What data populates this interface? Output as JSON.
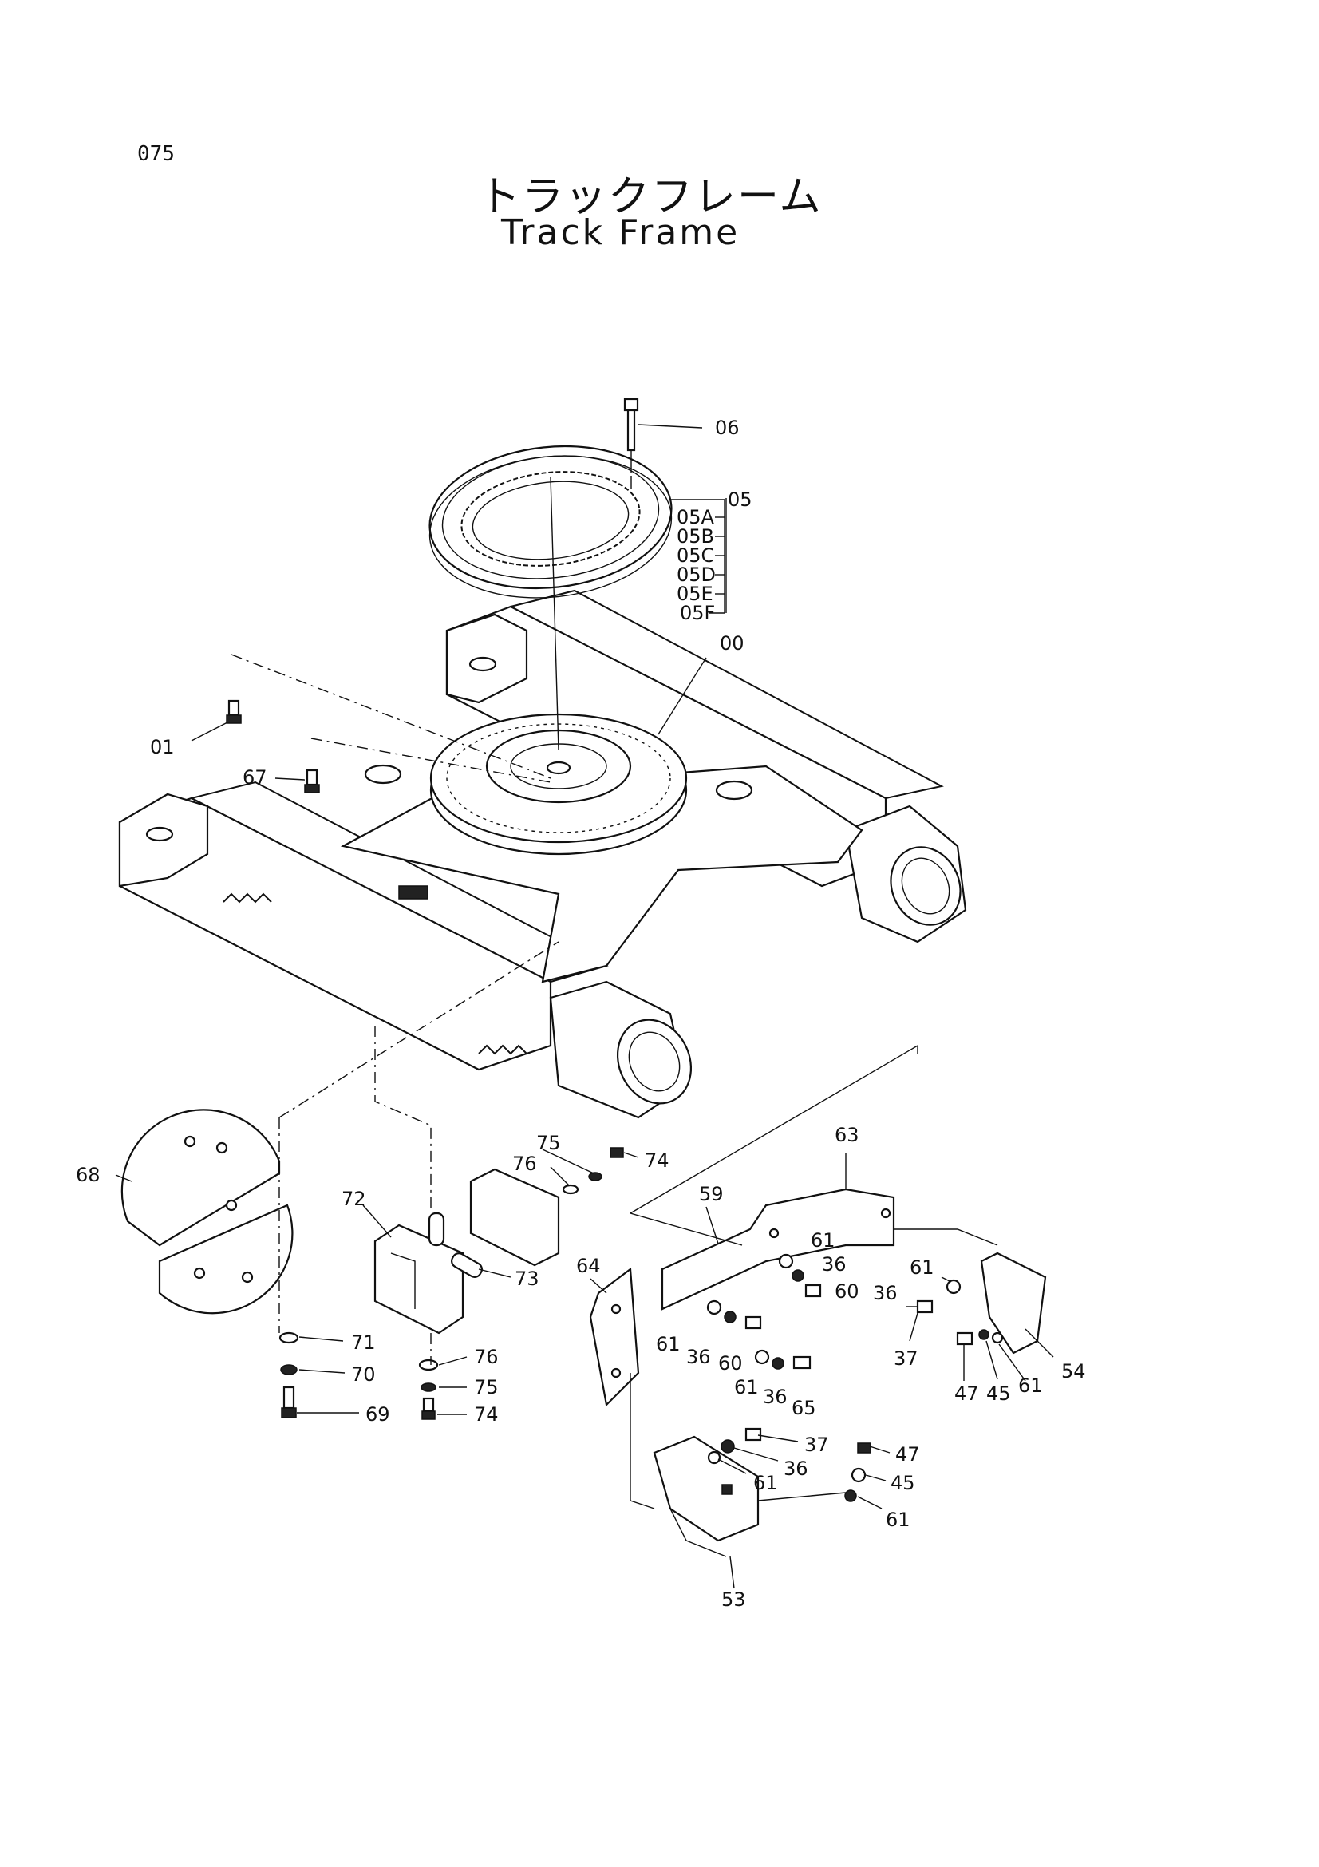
{
  "page_number": "075",
  "title_jp": "トラックフレーム",
  "title_en": "Track Frame",
  "callouts": {
    "c00": "00",
    "c01": "01",
    "c05": "05",
    "c05A": "05A",
    "c05B": "05B",
    "c05C": "05C",
    "c05D": "05D",
    "c05E": "05E",
    "c05F": "05F",
    "c06": "06",
    "c67": "67",
    "c68": "68",
    "c69": "69",
    "c70": "70",
    "c71": "71",
    "c72": "72",
    "c73": "73",
    "c74a": "74",
    "c75a": "75",
    "c76a": "76",
    "c74b": "74",
    "c75b": "75",
    "c76b": "76",
    "c63": "63",
    "c59": "59",
    "c64": "64",
    "c61a": "61",
    "c36a": "36",
    "c60a": "60",
    "c61b": "61",
    "c36b": "36",
    "c60b": "60",
    "c61c": "61",
    "c36c": "36",
    "c65": "65",
    "c61d": "61",
    "c36d": "36",
    "c37a": "37",
    "c47a": "47",
    "c45a": "45",
    "c61e": "61",
    "c54": "54",
    "c37b": "37",
    "c36e": "36",
    "c61f": "61",
    "c47b": "47",
    "c45b": "45",
    "c61g": "61",
    "c53": "53"
  }
}
